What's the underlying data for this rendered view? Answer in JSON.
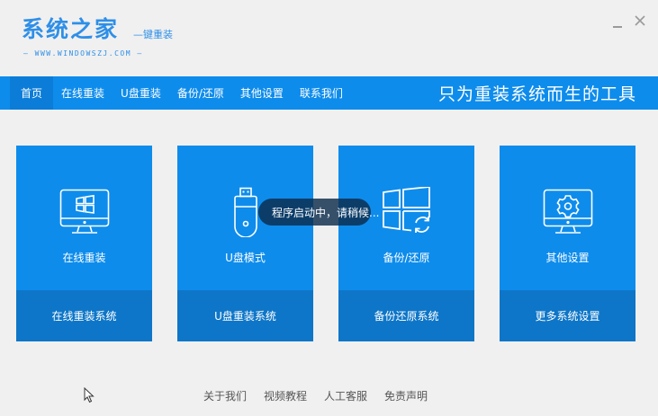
{
  "logo": {
    "main": "系统之家",
    "sub": "—键重装",
    "url": "— WWW.WINDOWSZJ.COM —"
  },
  "window_controls": {
    "minimize": "–",
    "close": "✕"
  },
  "nav": {
    "items": [
      {
        "label": "首页",
        "active": true
      },
      {
        "label": "在线重装"
      },
      {
        "label": "U盘重装"
      },
      {
        "label": "备份/还原"
      },
      {
        "label": "其他设置"
      },
      {
        "label": "联系我们"
      }
    ],
    "slogan": "只为重装系统而生的工具"
  },
  "cards": [
    {
      "icon": "monitor-windows-icon",
      "title": "在线重装",
      "action": "在线重装系统"
    },
    {
      "icon": "usb-drive-icon",
      "title": "U盘模式",
      "action": "U盘重装系统"
    },
    {
      "icon": "windows-restore-icon",
      "title": "备份/还原",
      "action": "备份还原系统"
    },
    {
      "icon": "monitor-gear-icon",
      "title": "其他设置",
      "action": "更多系统设置"
    }
  ],
  "toast": {
    "text": "程序启动中，请稍候..."
  },
  "footer": {
    "links": [
      "关于我们",
      "视频教程",
      "人工客服",
      "免责声明"
    ]
  },
  "colors": {
    "brand_blue": "#0e8cec",
    "active_nav": "#0b7dd8",
    "card_bottom": "#0e76c8",
    "logo_blue": "#2e8fe8",
    "background": "#f0f0f0"
  }
}
